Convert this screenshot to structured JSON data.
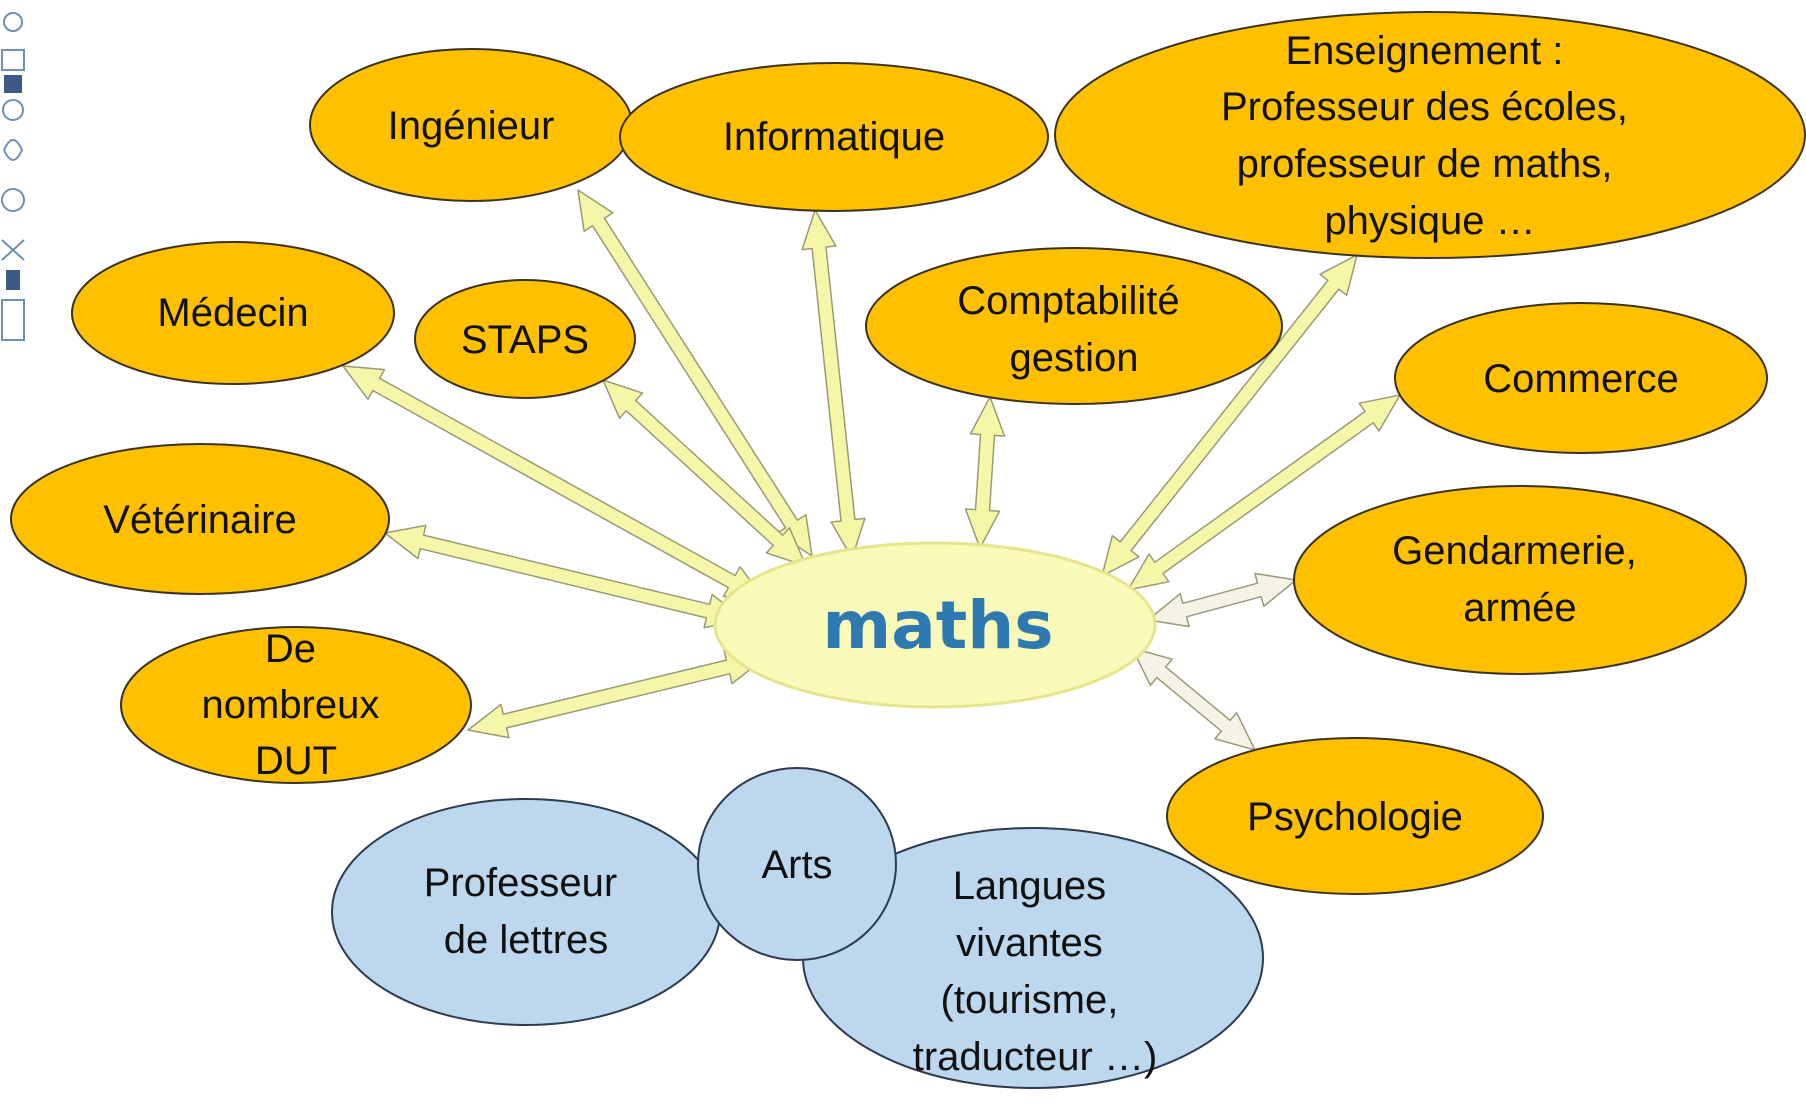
{
  "center": {
    "label": "maths"
  },
  "career_nodes": [
    {
      "id": "ingenieur",
      "lines": [
        "Ingénieur"
      ]
    },
    {
      "id": "informatique",
      "lines": [
        "Informatique"
      ]
    },
    {
      "id": "enseignement",
      "lines": [
        "Enseignement :",
        "Professeur des écoles,",
        "professeur de maths,",
        "physique …"
      ]
    },
    {
      "id": "medecin",
      "lines": [
        "Médecin"
      ]
    },
    {
      "id": "staps",
      "lines": [
        "STAPS"
      ]
    },
    {
      "id": "comptabilite",
      "lines": [
        "Comptabilité",
        "gestion"
      ]
    },
    {
      "id": "commerce",
      "lines": [
        "Commerce"
      ]
    },
    {
      "id": "veterinaire",
      "lines": [
        "Vétérinaire"
      ]
    },
    {
      "id": "gendarmerie",
      "lines": [
        "Gendarmerie,",
        "armée"
      ]
    },
    {
      "id": "dut",
      "lines": [
        "De",
        "nombreux",
        "DUT"
      ]
    },
    {
      "id": "psychologie",
      "lines": [
        "Psychologie"
      ]
    }
  ],
  "other_nodes": [
    {
      "id": "professeur-lettres",
      "lines": [
        "Professeur",
        "de lettres"
      ]
    },
    {
      "id": "arts",
      "lines": [
        "Arts"
      ]
    },
    {
      "id": "langues",
      "lines": [
        "Langues",
        "vivantes",
        "(tourisme,",
        "traducteur …)"
      ]
    }
  ],
  "colors": {
    "career_fill": "#ffc000",
    "career_stroke": "#3a3320",
    "other_fill": "#bdd7ee",
    "other_stroke": "#2c3b4e",
    "center_fill": "#fafab8",
    "arrow_fill": "#f6f6a8",
    "arrow_fill_alt": "#f5f2e6",
    "arrow_stroke": "#9a9a78",
    "center_text": "#2e7ab0"
  }
}
